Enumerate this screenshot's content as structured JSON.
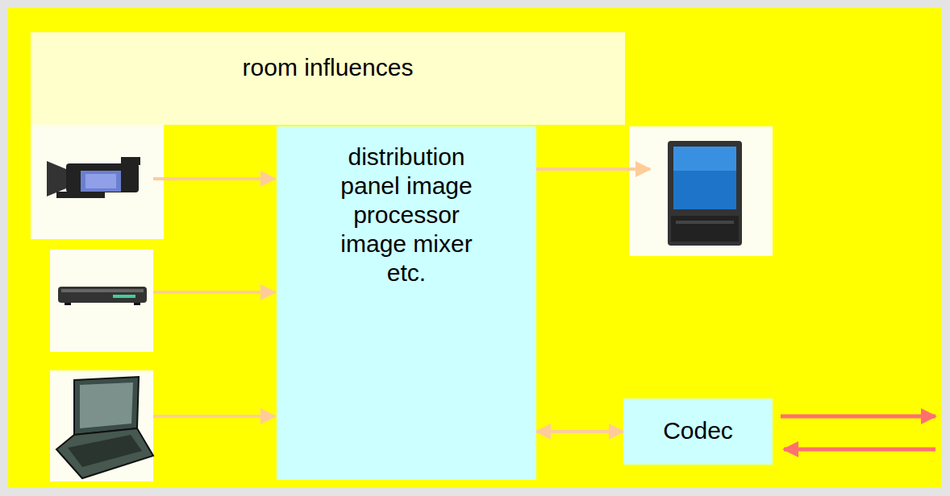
{
  "diagram": {
    "nodes": [
      {
        "text": [
          "room influences"
        ]
      },
      {
        "text": [
          "distribution panel image processor image mixer etc."
        ]
      },
      {
        "text": [
          "Codec"
        ]
      }
    ],
    "edges": [
      {
        "from": 1,
        "to": 2,
        "arrow": "both"
      }
    ]
  }
}
